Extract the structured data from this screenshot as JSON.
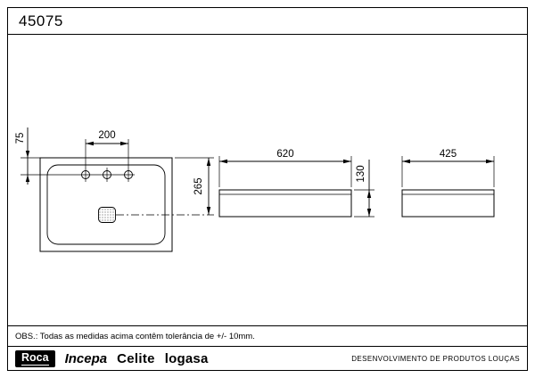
{
  "title": "45075",
  "drawing": {
    "top_view": {
      "dim_hole_spacing": "200",
      "dim_hole_offset": "75",
      "dim_drain_center": "265"
    },
    "front_view": {
      "dim_width": "620",
      "dim_height": "130"
    },
    "side_view": {
      "dim_depth": "425"
    }
  },
  "obs": "OBS.: Todas as medidas acima contêm tolerância de +/- 10mm.",
  "footer": {
    "brands": [
      {
        "name": "Roca"
      },
      {
        "name": "Incepa"
      },
      {
        "name": "Celite"
      },
      {
        "name": "logasa"
      }
    ],
    "dept": "DESENVOLVIMENTO DE  PRODUTOS LOUÇAS"
  },
  "colors": {
    "line": "#000000",
    "background": "#ffffff"
  }
}
